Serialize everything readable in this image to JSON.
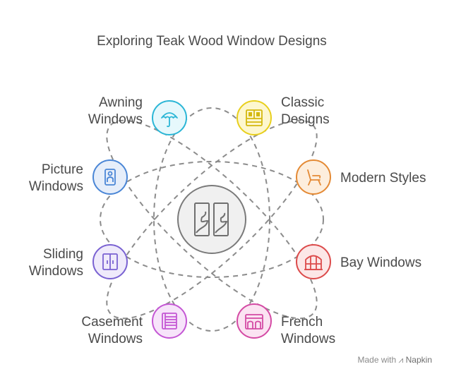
{
  "title": "Exploring Teak Wood Window Designs",
  "credit": {
    "prefix": "Made with",
    "brand": "Napkin"
  },
  "center": {
    "icon": "window-panes-icon",
    "stroke": "#7a7a7a",
    "fill": "#f0f0f0"
  },
  "nodes": [
    {
      "id": "awning",
      "lines": [
        "Awning",
        "Windows"
      ],
      "icon": "umbrella-icon",
      "stroke": "#2bb6d6",
      "fill": "#e6f8fc",
      "side": "left"
    },
    {
      "id": "classic",
      "lines": [
        "Classic",
        "Designs"
      ],
      "icon": "cabinet-icon",
      "stroke": "#e8cf1d",
      "fill": "#fdf7cf",
      "side": "right"
    },
    {
      "id": "picture",
      "lines": [
        "Picture",
        "Windows"
      ],
      "icon": "picture-frame-icon",
      "stroke": "#4a86d6",
      "fill": "#e6eefa",
      "side": "left"
    },
    {
      "id": "modern",
      "lines": [
        "Modern Styles"
      ],
      "icon": "chair-icon",
      "stroke": "#e48a35",
      "fill": "#fdeedd",
      "side": "right"
    },
    {
      "id": "sliding",
      "lines": [
        "Sliding",
        "Windows"
      ],
      "icon": "sliding-door-icon",
      "stroke": "#7a62d2",
      "fill": "#efeafb",
      "side": "left"
    },
    {
      "id": "bay",
      "lines": [
        "Bay Windows"
      ],
      "icon": "bay-window-icon",
      "stroke": "#dc4b4b",
      "fill": "#fce7e7",
      "side": "right"
    },
    {
      "id": "casement",
      "lines": [
        "Casement",
        "Windows"
      ],
      "icon": "blinds-icon",
      "stroke": "#c457d4",
      "fill": "#f7e4fa",
      "side": "left"
    },
    {
      "id": "french",
      "lines": [
        "French",
        "Windows"
      ],
      "icon": "french-window-icon",
      "stroke": "#d44aa4",
      "fill": "#fbe3f2",
      "side": "right"
    }
  ]
}
